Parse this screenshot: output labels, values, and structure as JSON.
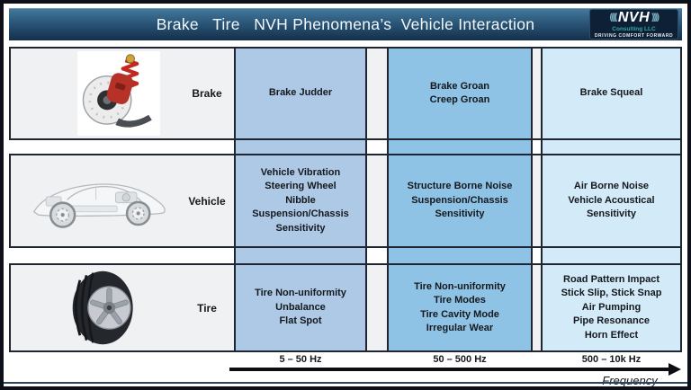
{
  "header": {
    "title": "Brake   Tire   NVH Phenomena’s  Vehicle Interaction",
    "logo": {
      "waves_left": "((((",
      "name": "NVH",
      "waves_right": "))))",
      "subtitle": "Consulting LLC",
      "tagline": "DRIVING COMFORT FORWARD"
    }
  },
  "table": {
    "rows": [
      {
        "label": "Brake",
        "image": "brake-disc-suspension-assembly",
        "cells": [
          "Brake Judder",
          "Brake Groan\nCreep Groan",
          "Brake Squeal"
        ]
      },
      {
        "label": "Vehicle",
        "image": "transparent-vehicle-xray",
        "cells": [
          "Vehicle Vibration\nSteering Wheel\nNibble\nSuspension/Chassis\nSensitivity",
          "Structure Borne Noise\nSuspension/Chassis\nSensitivity",
          "Air Borne Noise\nVehicle Acoustical\nSensitivity"
        ]
      },
      {
        "label": "Tire",
        "image": "tire-with-alloy-rim",
        "cells": [
          "Tire Non-uniformity\nUnbalance\nFlat Spot",
          "Tire Non-uniformity\nTire Modes\nTire Cavity Mode\nIrregular Wear",
          "Road Pattern Impact\nStick Slip, Stick Snap\nAir Pumping\nPipe Resonance\nHorn Effect"
        ]
      }
    ]
  },
  "axis": {
    "ranges": [
      "5 – 50 Hz",
      "50 – 500 Hz",
      "500 – 10k Hz"
    ],
    "label": "Frequency"
  },
  "colors": {
    "column_1": "#adc9e6",
    "column_2": "#8fc3e6",
    "column_3": "#d3eaf8",
    "row_background": "#f0f1f2",
    "border_dark": "#1f2631",
    "header_gradient_top": "#44789b",
    "header_gradient_bottom": "#142f4a",
    "logo_teal": "#35a79e"
  }
}
